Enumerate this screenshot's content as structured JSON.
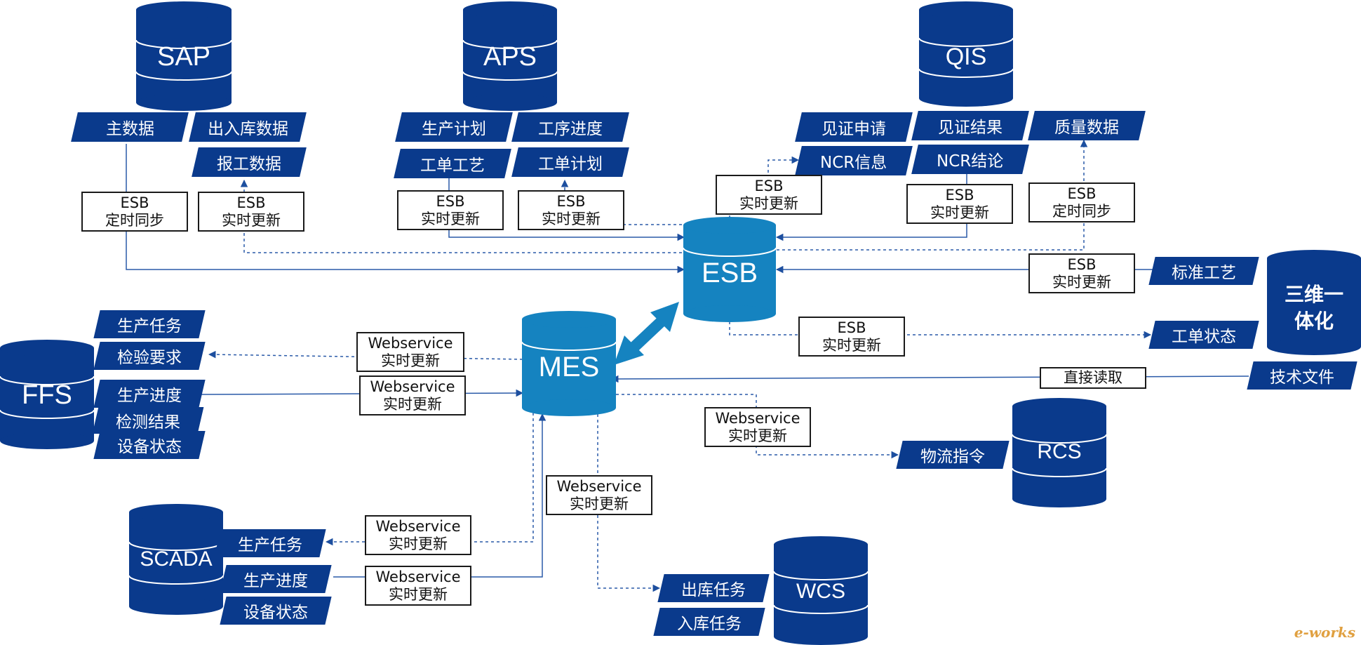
{
  "systems": {
    "sap": "SAP",
    "aps": "APS",
    "qis": "QIS",
    "esb": "ESB",
    "mes": "MES",
    "ffs": "FFS",
    "scada": "SCADA",
    "rcs": "RCS",
    "wcs": "WCS",
    "sanwei_line1": "三维一",
    "sanwei_line2": "体化"
  },
  "tags": {
    "sap_master": "主数据",
    "sap_inout": "出入库数据",
    "sap_report": "报工数据",
    "aps_plan": "生产计划",
    "aps_progress": "工序进度",
    "aps_process": "工单工艺",
    "aps_order_plan": "工单计划",
    "qis_witness_req": "见证申请",
    "qis_witness_result": "见证结果",
    "qis_quality": "质量数据",
    "qis_ncr_info": "NCR信息",
    "qis_ncr_conclusion": "NCR结论",
    "std_process": "标准工艺",
    "order_status": "工单状态",
    "tech_docs": "技术文件",
    "ffs_task": "生产任务",
    "ffs_inspect_req": "检验要求",
    "ffs_progress": "生产进度",
    "ffs_result": "检测结果",
    "ffs_equip": "设备状态",
    "rcs_logistics": "物流指令",
    "scada_task": "生产任务",
    "scada_progress": "生产进度",
    "scada_equip": "设备状态",
    "wcs_out": "出库任务",
    "wcs_in": "入库任务"
  },
  "boxes": {
    "sap_sync": {
      "l1": "ESB",
      "l2": "定时同步"
    },
    "sap_update": {
      "l1": "ESB",
      "l2": "实时更新"
    },
    "aps_update1": {
      "l1": "ESB",
      "l2": "实时更新"
    },
    "aps_update2": {
      "l1": "ESB",
      "l2": "实时更新"
    },
    "qis_update1": {
      "l1": "ESB",
      "l2": "实时更新"
    },
    "qis_update2": {
      "l1": "ESB",
      "l2": "实时更新"
    },
    "qis_sync": {
      "l1": "ESB",
      "l2": "定时同步"
    },
    "std_update": {
      "l1": "ESB",
      "l2": "实时更新"
    },
    "status_update": {
      "l1": "ESB",
      "l2": "实时更新"
    },
    "direct_read": {
      "l1": "直接读取"
    },
    "ffs_ws_out": {
      "l1": "Webservice",
      "l2": "实时更新"
    },
    "ffs_ws_in": {
      "l1": "Webservice",
      "l2": "实时更新"
    },
    "rcs_ws": {
      "l1": "Webservice",
      "l2": "实时更新"
    },
    "wcs_ws": {
      "l1": "Webservice",
      "l2": "实时更新"
    },
    "scada_ws_out": {
      "l1": "Webservice",
      "l2": "实时更新"
    },
    "scada_ws_in": {
      "l1": "Webservice",
      "l2": "实时更新"
    }
  },
  "watermark": "e-works",
  "colors": {
    "navy": "#0a3a8c",
    "hub": "#1583c0",
    "line": "#2a5aa8"
  }
}
